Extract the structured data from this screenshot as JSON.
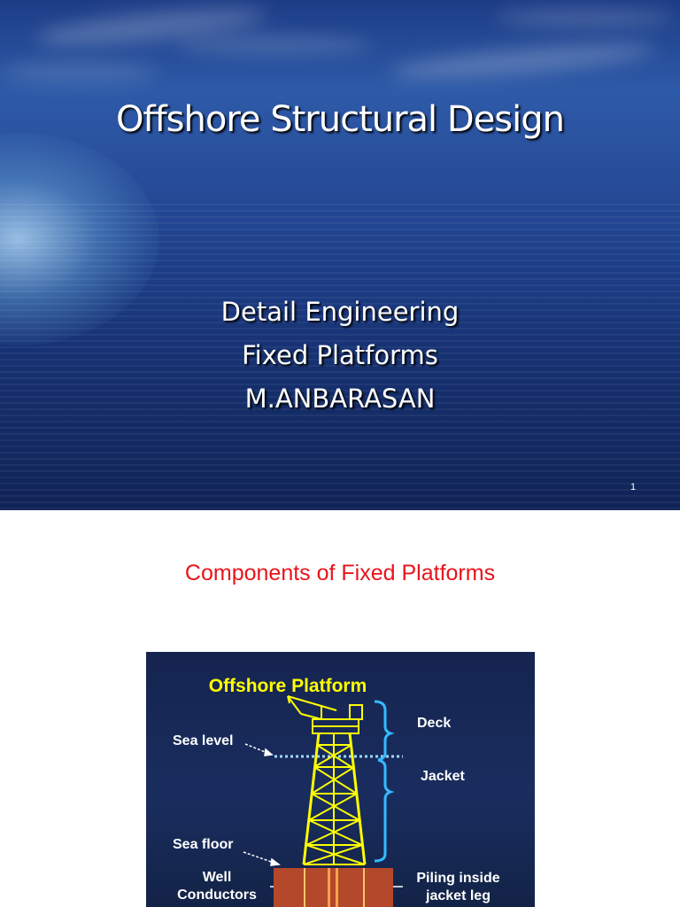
{
  "slide1": {
    "title": "Offshore Structural Design",
    "lines": [
      "Detail Engineering",
      "Fixed Platforms",
      "M.ANBARASAN"
    ],
    "slide_number": "1"
  },
  "slide2": {
    "title": "Components of Fixed Platforms",
    "figure": {
      "title": "Offshore Platform",
      "labels": {
        "sea_level": "Sea level",
        "sea_floor": "Sea floor",
        "deck": "Deck",
        "jacket": "Jacket",
        "well_conductors": [
          "Well",
          "Conductors"
        ],
        "piling": [
          "Piling inside",
          "jacket leg"
        ]
      }
    }
  },
  "colors": {
    "slide2_title": "#e8141b",
    "figure_title": "#ffff00",
    "structure": "#ffff00",
    "bracket": "#33bbff",
    "sea_floor": "#b4482a"
  }
}
